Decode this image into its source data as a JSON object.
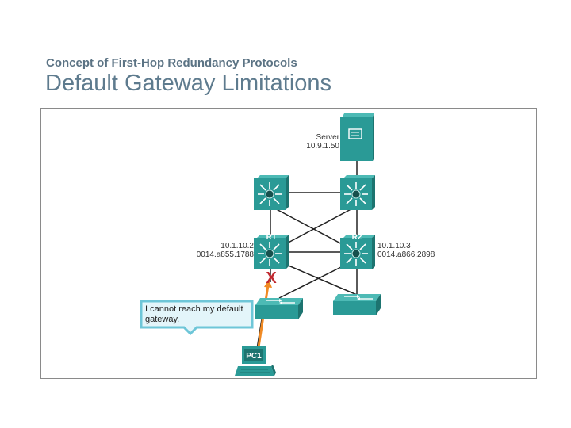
{
  "header": {
    "subtitle": "Concept of First-Hop Redundancy Protocols",
    "title": "Default Gateway Limitations"
  },
  "diagram": {
    "server": {
      "name": "Server",
      "ip": "10.9.1.50"
    },
    "routers": [
      {
        "name": "R1",
        "ip": "10.1.10.2",
        "mac": "0014.a855.1788"
      },
      {
        "name": "R2",
        "ip": "10.1.10.3",
        "mac": "0014.a866.2898"
      }
    ],
    "pc": {
      "name": "PC1"
    },
    "failure_mark": "X",
    "callout": "I cannot reach my default gateway.",
    "colors": {
      "device": "#2a9a96",
      "device_dark": "#1d7470",
      "link": "#222222",
      "traffic_arrow": "#f08a24",
      "failure": "#c0282f",
      "callout_border": "#6ec6d8",
      "callout_fill": "#e3f5fa"
    }
  }
}
